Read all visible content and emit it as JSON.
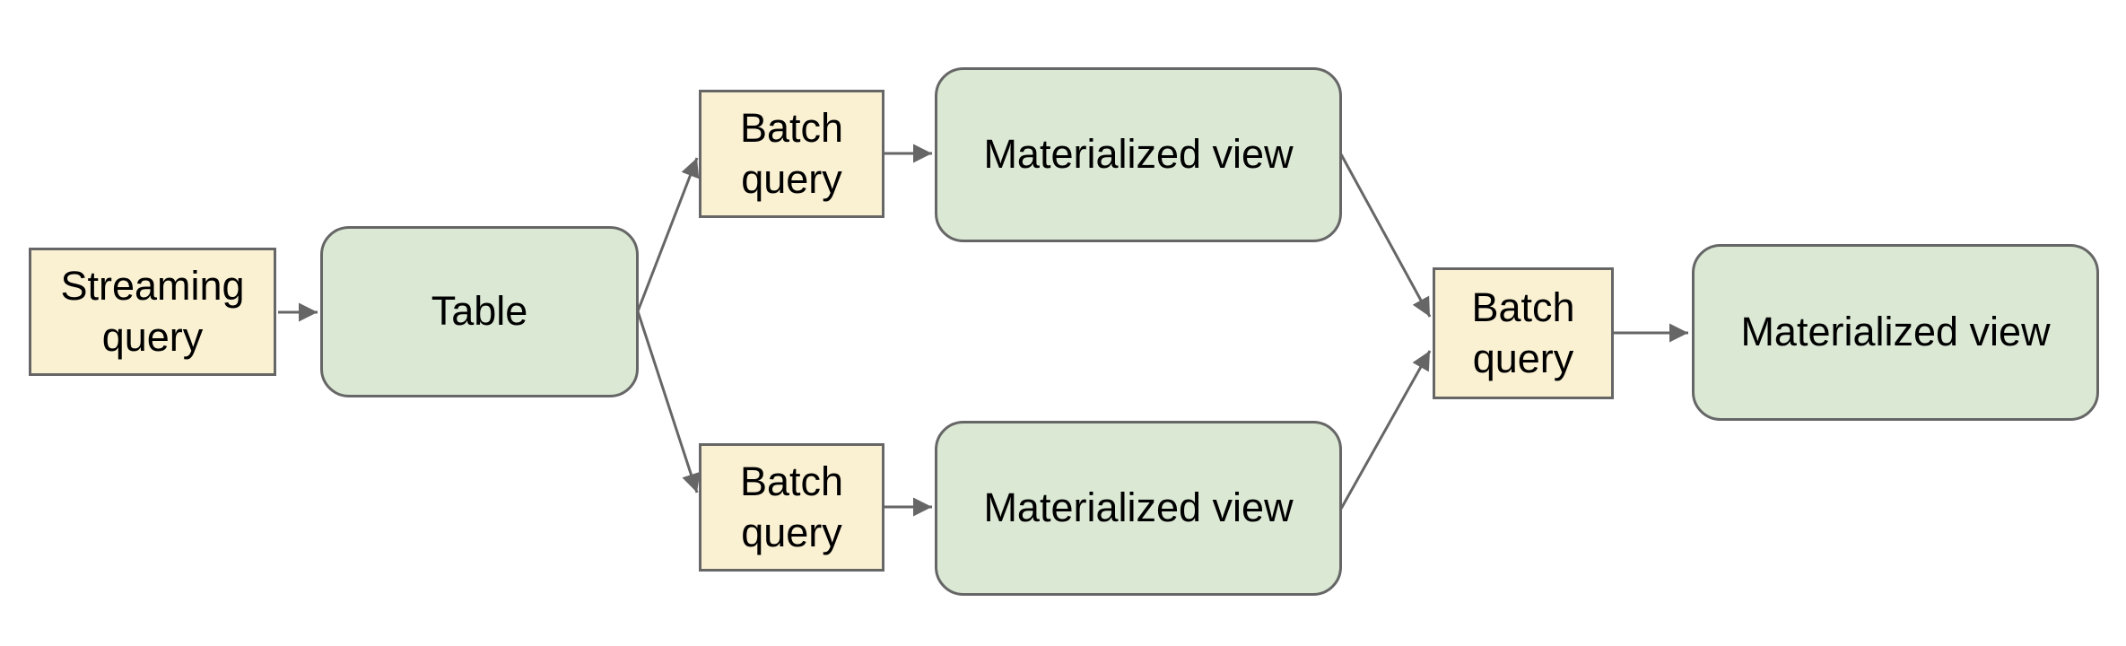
{
  "page": {
    "background": "#FFFFFF"
  },
  "diagram": {
    "colors": {
      "query_fill": "#FAF1D3",
      "store_fill": "#DAE8D4",
      "node_border": "#666666",
      "connector": "#666666",
      "text": "#000000"
    },
    "nodes": [
      {
        "id": "streaming-query",
        "kind": "query",
        "label": "Streaming query"
      },
      {
        "id": "table",
        "kind": "store",
        "label": "Table"
      },
      {
        "id": "batch-query-top",
        "kind": "query",
        "label": "Batch query"
      },
      {
        "id": "materialized-view-top",
        "kind": "store",
        "label": "Materialized view"
      },
      {
        "id": "batch-query-bottom",
        "kind": "query",
        "label": "Batch query"
      },
      {
        "id": "materialized-view-bottom",
        "kind": "store",
        "label": "Materialized view"
      },
      {
        "id": "batch-query-right",
        "kind": "query",
        "label": "Batch query"
      },
      {
        "id": "materialized-view-right",
        "kind": "store",
        "label": "Materialized view"
      }
    ],
    "edges": [
      {
        "from": "streaming-query",
        "to": "table"
      },
      {
        "from": "table",
        "to": "batch-query-top"
      },
      {
        "from": "table",
        "to": "batch-query-bottom"
      },
      {
        "from": "batch-query-top",
        "to": "materialized-view-top"
      },
      {
        "from": "batch-query-bottom",
        "to": "materialized-view-bottom"
      },
      {
        "from": "materialized-view-top",
        "to": "batch-query-right"
      },
      {
        "from": "materialized-view-bottom",
        "to": "batch-query-right"
      },
      {
        "from": "batch-query-right",
        "to": "materialized-view-right"
      }
    ]
  }
}
